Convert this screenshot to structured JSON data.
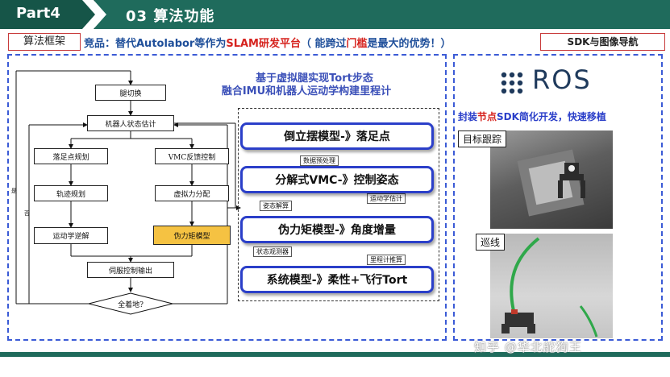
{
  "header": {
    "part": "Part4",
    "title": "03  算法功能"
  },
  "tags": {
    "left": "算法框架",
    "right": "SDK与图像导航"
  },
  "subtitle": {
    "prefix": "竞品：替代Autolabor等作为",
    "highlight1": "SLAM研发平台",
    "middle": "（ 能跨过",
    "highlight2": "门槛",
    "suffix": "是最大的优势！）"
  },
  "left_panel": {
    "heading_line1": "基于虚拟腿实现Tort步态",
    "heading_line2": "融合IMU和机器人运动学构建里程计",
    "flow": {
      "switch": "腿切换",
      "state_est": "机器人状态估计",
      "foot_plan": "落足点规划",
      "vmc": "VMC反馈控制",
      "traj_plan": "轨迹规划",
      "virtual_force": "虚拟力分配",
      "inverse_kin": "运动学逆解",
      "pseudo_torque": "伪力矩模型",
      "servo_out": "伺服控制输出",
      "all_landed": "全着地?",
      "yes": "是",
      "no": "否"
    },
    "mini_labels": {
      "preprocess": "数据预处理",
      "attitude": "姿态解算",
      "motion_est": "运动学估计",
      "state_obs": "状态观测器",
      "odom": "里程计推算"
    },
    "models": [
      "倒立摆模型-》落足点",
      "分解式VMC-》控制姿态",
      "伪力矩模型-》角度增量",
      "系统模型-》柔性+飞行Tort"
    ]
  },
  "right_panel": {
    "ros_label": "ROS",
    "sub_prefix": "封装",
    "sub_highlight": "节点",
    "sub_suffix": "SDK简化开发，快速移植",
    "photo1_label": "目标跟踪",
    "photo2_label": "巡线"
  },
  "watermark": "知乎 @华北舵狗王",
  "colors": {
    "header": "#1f6b5c",
    "accent_blue": "#2b3fc9",
    "accent_red": "#d6231e",
    "highlight_box": "#f5c242"
  }
}
